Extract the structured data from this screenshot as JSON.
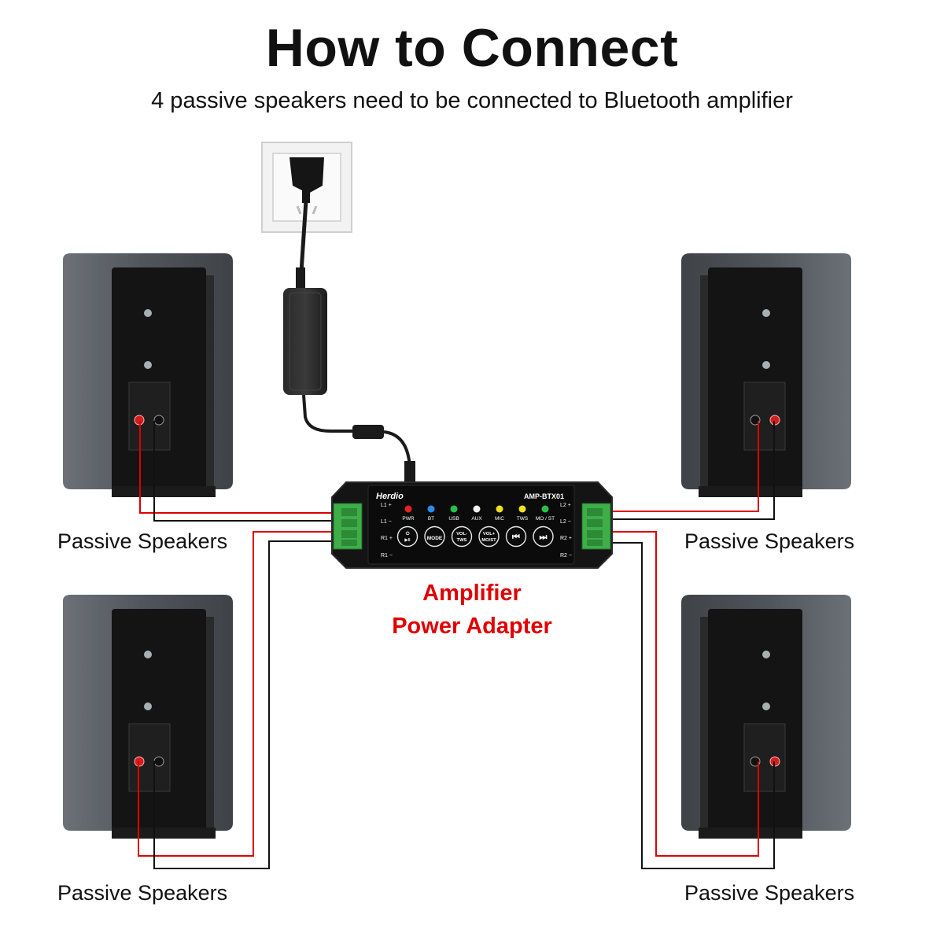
{
  "header": {
    "title": "How to Connect",
    "subtitle": "4 passive speakers need to be connected to  Bluetooth amplifier"
  },
  "speaker_labels": {
    "top_left": "Passive Speakers",
    "top_right": "Passive Speakers",
    "bottom_left": "Passive Speakers",
    "bottom_right": "Passive Speakers"
  },
  "amplifier": {
    "brand": "Herdio",
    "model": "AMP-BTX01",
    "indicators": [
      {
        "label": "PWR",
        "color": "#e82020"
      },
      {
        "label": "BT",
        "color": "#2a8cf0"
      },
      {
        "label": "USB",
        "color": "#27c04a"
      },
      {
        "label": "AUX",
        "color": "#f2f2f2"
      },
      {
        "label": "MIC",
        "color": "#f0e020"
      },
      {
        "label": "TWS",
        "color": "#f0e020"
      },
      {
        "label": "MO / ST",
        "color": "#27c04a"
      }
    ],
    "buttons": [
      {
        "label": "⏻ ▶ǁ",
        "name": "power-play-button"
      },
      {
        "label": "MODE",
        "name": "mode-button"
      },
      {
        "label": "VOL- TWS",
        "name": "vol-down-tws-button"
      },
      {
        "label": "VOL+ MO/ST",
        "name": "vol-up-most-button"
      },
      {
        "label": "⏮",
        "name": "previous-button"
      },
      {
        "label": "⏭",
        "name": "next-button"
      }
    ],
    "left_terminals": [
      "L1 +",
      "L1 −",
      "R1 +",
      "R1 −"
    ],
    "right_terminals": [
      "L2 +",
      "L2 −",
      "R2 +",
      "R2 −"
    ]
  },
  "red_labels": {
    "line1": "Amplifier",
    "line2": "Power Adapter"
  },
  "colors": {
    "wire_red": "#e00000",
    "wire_black": "#111111",
    "speaker_body": "#5b6066",
    "speaker_bracket": "#141414",
    "terminal_green": "#3fae49"
  }
}
